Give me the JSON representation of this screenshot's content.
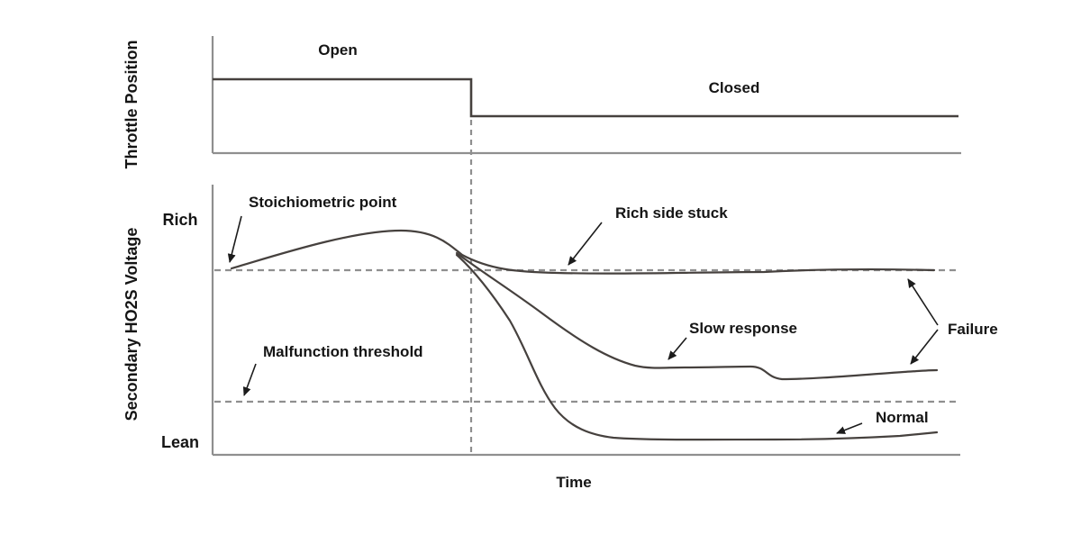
{
  "diagram": {
    "top_panel": {
      "axis_label": "Throttle Position",
      "open_label": "Open",
      "closed_label": "Closed"
    },
    "bottom_panel": {
      "axis_label": "Secondary HO2S Voltage",
      "rich_label": "Rich",
      "lean_label": "Lean",
      "time_label": "Time",
      "stoichiometric_label": "Stoichiometric point",
      "rich_side_stuck_label": "Rich side stuck",
      "malfunction_threshold_label": "Malfunction threshold",
      "slow_response_label": "Slow response",
      "failure_label": "Failure",
      "normal_label": "Normal"
    },
    "colors": {
      "curve": "#46413e",
      "axis_and_dashed_lines": "#8f8f8f",
      "text": "#151515",
      "background": "#ffffff"
    }
  },
  "chart_data": [
    {
      "type": "line",
      "title": "Throttle Position vs Time",
      "xlabel": "Time",
      "ylabel": "Throttle Position",
      "series": [
        {
          "name": "Throttle position",
          "description": "High level labeled Open until throttle-close event (vertical dashed reference line), then steps down to lower level labeled Closed and stays flat"
        }
      ],
      "annotations": [
        "Open",
        "Closed"
      ]
    },
    {
      "type": "line",
      "title": "Secondary HO2S Voltage vs Time",
      "xlabel": "Time",
      "ylabel": "Secondary HO2S Voltage",
      "yticks": [
        "Rich",
        "Lean"
      ],
      "reference_lines": [
        "Stoichiometric point (horizontal dashed, near Rich side)",
        "Malfunction threshold (horizontal dashed, near Lean side)",
        "Throttle-close time (vertical dashed)"
      ],
      "series": [
        {
          "name": "Rich side stuck (Failure)",
          "description": "After throttle closes, voltage stays stuck at the stoichiometric point dashed line and never falls toward Lean"
        },
        {
          "name": "Slow response (Failure)",
          "description": "Voltage falls slowly after throttle closes and levels off above the malfunction threshold"
        },
        {
          "name": "Normal",
          "description": "Voltage falls quickly after throttle closes, crosses the malfunction threshold and settles near Lean"
        }
      ],
      "annotations": [
        "Stoichiometric point",
        "Rich side stuck",
        "Malfunction threshold",
        "Slow response",
        "Failure",
        "Normal"
      ]
    }
  ]
}
